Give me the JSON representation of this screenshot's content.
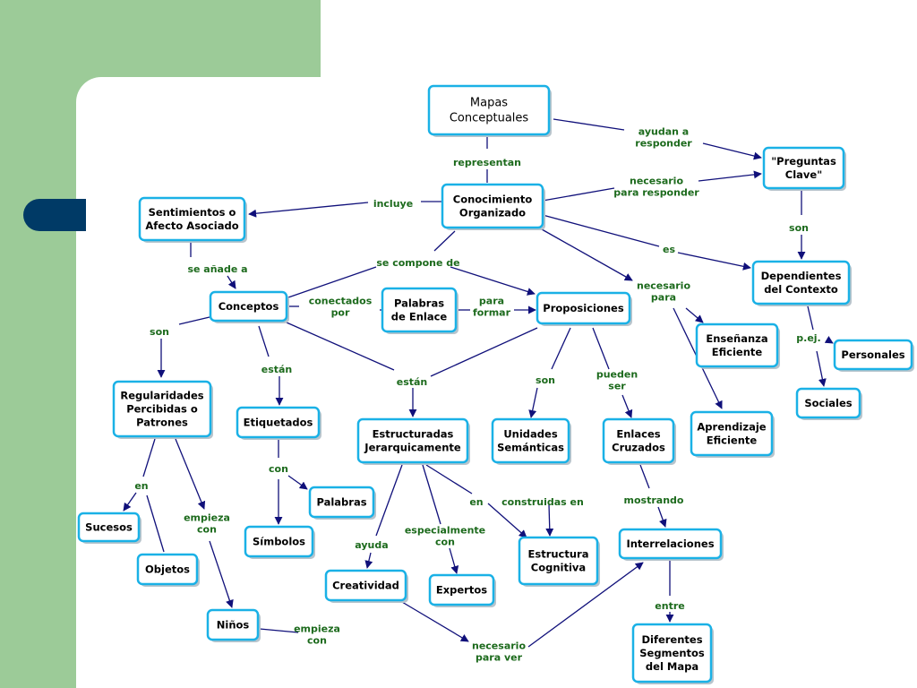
{
  "concept_map": {
    "nodes": {
      "mapas": [
        "Mapas",
        "Conceptuales"
      ],
      "preguntas": [
        "\"Preguntas",
        "Clave\""
      ],
      "conocimiento": [
        "Conocimiento",
        "Organizado"
      ],
      "sentimientos": [
        "Sentimientos o",
        "Afecto Asociado"
      ],
      "dependientes": [
        "Dependientes",
        "del Contexto"
      ],
      "conceptos": [
        "Conceptos"
      ],
      "palabras_enlace": [
        "Palabras",
        "de Enlace"
      ],
      "proposiciones": [
        "Proposiciones"
      ],
      "ensenanza": [
        "Enseñanza",
        "Eficiente"
      ],
      "personales": [
        "Personales"
      ],
      "regularidades": [
        "Regularidades",
        "Percibidas o",
        "Patrones"
      ],
      "etiquetados": [
        "Etiquetados"
      ],
      "sociales": [
        "Sociales"
      ],
      "estructuradas": [
        "Estructuradas",
        "Jerarquicamente"
      ],
      "unidades": [
        "Unidades",
        "Semánticas"
      ],
      "enlaces": [
        "Enlaces",
        "Cruzados"
      ],
      "aprendizaje": [
        "Aprendizaje",
        "Eficiente"
      ],
      "palabras": [
        "Palabras"
      ],
      "sucesos": [
        "Sucesos"
      ],
      "simbolos": [
        "Símbolos"
      ],
      "objetos": [
        "Objetos"
      ],
      "estructura_cognitiva": [
        "Estructura",
        "Cognitiva"
      ],
      "interrelaciones": [
        "Interrelaciones"
      ],
      "creatividad": [
        "Creatividad"
      ],
      "expertos": [
        "Expertos"
      ],
      "ninos": [
        "Niños"
      ],
      "diferentes": [
        "Diferentes",
        "Segmentos",
        "del Mapa"
      ]
    },
    "links": {
      "representan": [
        "representan"
      ],
      "ayudan_a_responder": [
        "ayudan a",
        "responder"
      ],
      "necesario_para_responder": [
        "necesario",
        "para responder"
      ],
      "incluye": [
        "incluye"
      ],
      "son_dep": [
        "son"
      ],
      "es": [
        "es"
      ],
      "se_anade_a": [
        "se añade a"
      ],
      "se_compone_de": [
        "se compone de"
      ],
      "necesario_para": [
        "necesario",
        "para"
      ],
      "conectados_por": [
        "conectados",
        "por"
      ],
      "para_formar": [
        "para",
        "formar"
      ],
      "pej": [
        "p.ej."
      ],
      "son_reg": [
        "son"
      ],
      "estan_etq": [
        "están"
      ],
      "estan_est": [
        "están"
      ],
      "son_uni": [
        "son"
      ],
      "pueden_ser": [
        "pueden",
        "ser"
      ],
      "con": [
        "con"
      ],
      "en_suc": [
        "en"
      ],
      "empieza_con_ninos": [
        "empieza",
        "con"
      ],
      "en_est": [
        "en"
      ],
      "construidas_en": [
        "construidas en"
      ],
      "mostrando": [
        "mostrando"
      ],
      "ayuda": [
        "ayuda"
      ],
      "especialmente_con": [
        "especialmente",
        "con"
      ],
      "entre": [
        "entre"
      ],
      "empieza_con_crea": [
        "empieza",
        "con"
      ],
      "necesario_para_ver": [
        "necesario",
        "para ver"
      ]
    }
  },
  "colors": {
    "background_green": "#9ccb98",
    "node_border": "#1ab1e6",
    "link_text": "#1c6a1c",
    "edge": "#10107a",
    "tab_blue": "#003a66"
  }
}
